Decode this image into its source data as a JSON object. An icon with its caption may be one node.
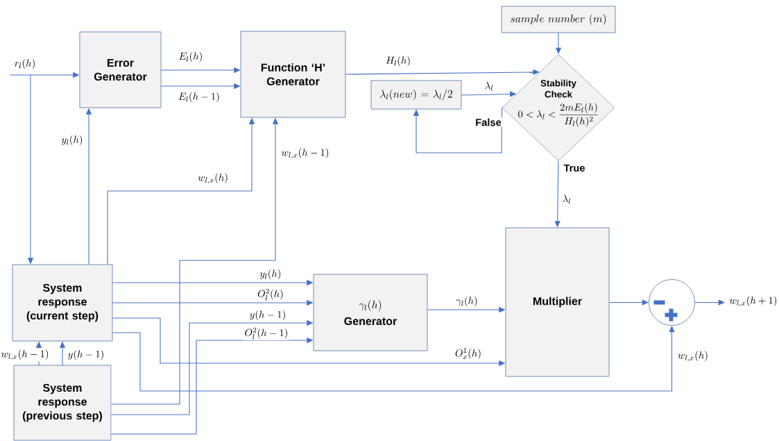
{
  "diagram": {
    "nodes": [
      {
        "text": [
          "Error Generator"
        ]
      },
      {
        "text": [
          "Function ‘H’ Generator"
        ]
      },
      {
        "text": [
          "sample\\ number\\ (m)"
        ]
      },
      {
        "text": [
          "Stability Check",
          "0<\\lambda_l<\\frac{2mE_l(h)}{H_l(h)^2}"
        ]
      },
      {
        "text": [
          "\\lambda_l(new)=\\lambda_l/2"
        ]
      },
      {
        "text": [
          "System response (current step)"
        ]
      },
      {
        "text": [
          "System response (previous step)"
        ]
      },
      {
        "text": [
          "\\gamma_l(h)",
          "Generator"
        ]
      },
      {
        "text": [
          "Multiplier"
        ]
      },
      {
        "text": [],
        "shape": "circle"
      }
    ],
    "edges": [
      {
        "from": null,
        "to": 0,
        "arrow": "to",
        "label": "r_l(h)"
      },
      {
        "from": null,
        "to": 5,
        "arrow": "to"
      },
      {
        "from": 0,
        "to": 1,
        "arrow": "to",
        "label": "E_l(h)"
      },
      {
        "from": 0,
        "to": 1,
        "arrow": "to",
        "label": "E_l(h-1)"
      },
      {
        "from": 1,
        "to": 3,
        "arrow": "to",
        "label": "H_l(h)"
      },
      {
        "from": 2,
        "to": 3,
        "arrow": "to"
      },
      {
        "from": 4,
        "to": 3,
        "arrow": "to",
        "label": "\\lambda_l"
      },
      {
        "from": 3,
        "to": 4,
        "arrow": "to",
        "label": "False"
      },
      {
        "from": 3,
        "to": 8,
        "arrow": "to",
        "label": "True"
      },
      {
        "from": 5,
        "to": 0,
        "arrow": "to",
        "label": "y_l(h)"
      },
      {
        "from": 5,
        "to": 1,
        "arrow": "to",
        "label": "w_{l,x}(h)"
      },
      {
        "from": 6,
        "to": 1,
        "arrow": "to",
        "label": "w_{l,x}(h-1)"
      },
      {
        "from": 5,
        "to": 7,
        "arrow": "to",
        "label": "y_l(h)"
      },
      {
        "from": 5,
        "to": 7,
        "arrow": "to",
        "label": "O_l^2(h)"
      },
      {
        "from": 6,
        "to": 7,
        "arrow": "to",
        "label": "y(h-1)"
      },
      {
        "from": 6,
        "to": 7,
        "arrow": "to",
        "label": "O_l^2(h-1)"
      },
      {
        "from": 5,
        "to": 8,
        "arrow": "to",
        "label": "O_x^1(h)"
      },
      {
        "from": 5,
        "to": 9,
        "arrow": "to",
        "label": "w_{l,x}(h)"
      },
      {
        "from": 6,
        "to": 5,
        "arrow": "to",
        "label": "w_{l,x}(h-1)"
      },
      {
        "from": 6,
        "to": 5,
        "arrow": "to",
        "label": "y(h-1)"
      },
      {
        "from": 7,
        "to": 8,
        "arrow": "to",
        "label": "\\gamma_l(h)"
      },
      {
        "from": 8,
        "to": 9,
        "arrow": "to"
      },
      {
        "from": 9,
        "to": null,
        "arrow": "to",
        "label": "w_{l,x}(h+1)"
      }
    ],
    "labels": [
      "\\lambda_l"
    ]
  }
}
